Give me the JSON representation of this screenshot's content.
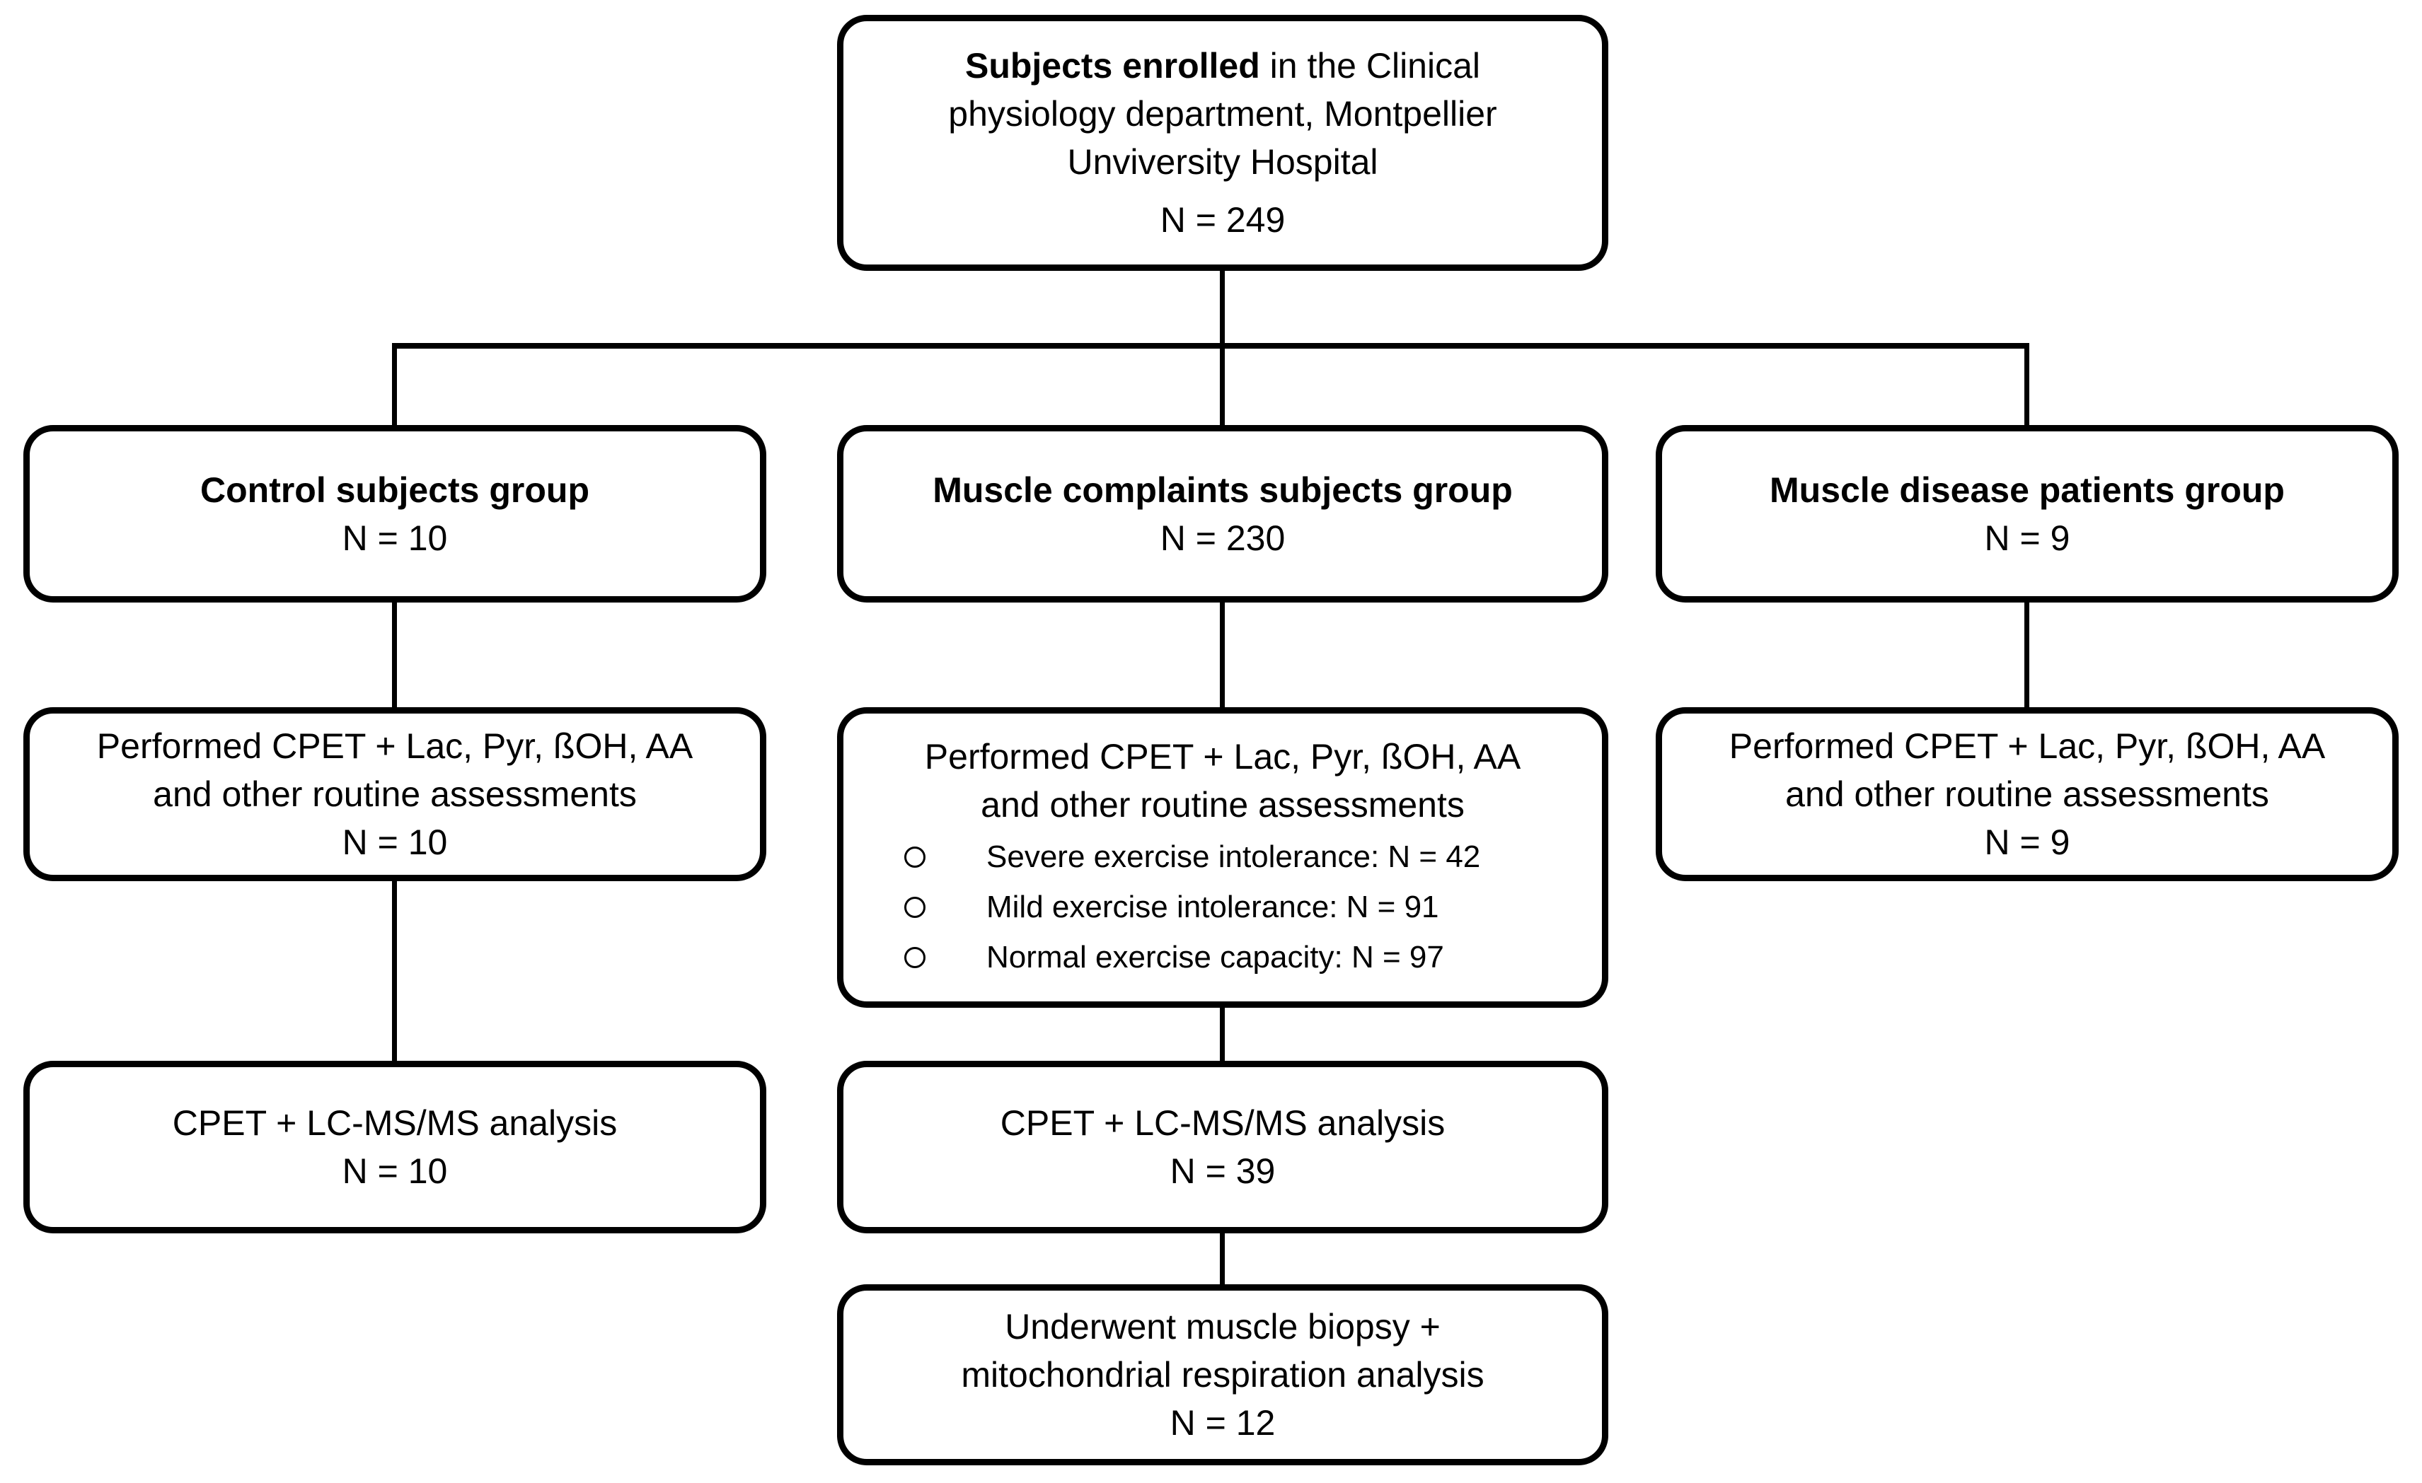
{
  "diagram": {
    "enrollment": {
      "line1_bold": "Subjects enrolled",
      "line1_rest": " in the Clinical",
      "line2": "physiology department, Montpellier",
      "line3": "Unviversity Hospital",
      "n": "N = 249"
    },
    "control_group": {
      "title": "Control subjects group",
      "n": "N = 10"
    },
    "complaints_group": {
      "title": "Muscle complaints subjects group",
      "n": "N = 230"
    },
    "disease_group": {
      "title": "Muscle disease patients group",
      "n": "N = 9"
    },
    "control_assessment": {
      "line1": "Performed CPET + Lac, Pyr, ßOH, AA",
      "line2": "and other routine assessments",
      "n": "N = 10"
    },
    "complaints_assessment": {
      "line1": "Performed CPET + Lac, Pyr, ßOH, AA",
      "line2": "and other routine assessments",
      "bullets": [
        "Severe exercise intolerance: N = 42",
        "Mild exercise intolerance: N = 91",
        "Normal exercise capacity: N = 97"
      ]
    },
    "disease_assessment": {
      "line1": "Performed CPET + Lac, Pyr, ßOH, AA",
      "line2": "and other routine assessments",
      "n": "N = 9"
    },
    "control_lcms": {
      "line1": "CPET + LC-MS/MS analysis",
      "n": "N = 10"
    },
    "complaints_lcms": {
      "line1": "CPET + LC-MS/MS analysis",
      "n": "N = 39"
    },
    "biopsy": {
      "line1": "Underwent muscle biopsy +",
      "line2": "mitochondrial respiration analysis",
      "n": "N = 12"
    },
    "colors": {
      "line": "#000000",
      "background": "#ffffff"
    }
  }
}
